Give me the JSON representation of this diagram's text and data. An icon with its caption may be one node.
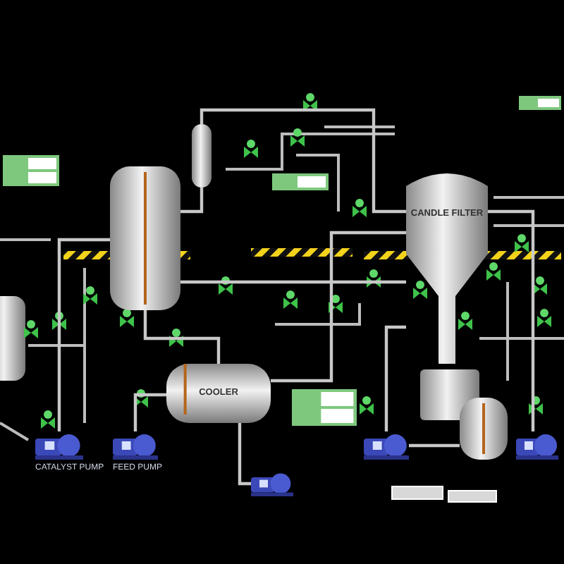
{
  "diagram": {
    "nodes": [
      {
        "text": [],
        "shape": "cylinder"
      },
      {
        "text": [],
        "shape": "cylinder"
      },
      {
        "text": [
          "COOLER"
        ]
      },
      {
        "text": [
          "CANDLE FILTER"
        ]
      },
      {
        "text": [],
        "shape": "pump",
        "beside": [
          "CATALYST PUMP"
        ]
      },
      {
        "text": [],
        "shape": "pump",
        "beside": [
          "FEED PUMP"
        ]
      },
      {
        "text": [],
        "shape": "pump"
      },
      {
        "text": [],
        "shape": "pump"
      },
      {
        "text": [],
        "shape": "box"
      },
      {
        "text": [],
        "shape": "cylinder"
      },
      {
        "text": [],
        "shape": "pump"
      }
    ],
    "edges": [
      {
        "from": 0,
        "to": 1,
        "arrow": "none"
      },
      {
        "from": 1,
        "to": 3,
        "arrow": "none"
      },
      {
        "from": 0,
        "to": 2,
        "arrow": "none"
      },
      {
        "from": 5,
        "to": 2,
        "arrow": "none"
      },
      {
        "from": 4,
        "to": 0,
        "arrow": "none"
      },
      {
        "from": 3,
        "to": 6,
        "arrow": "none"
      },
      {
        "from": 3,
        "to": 7,
        "arrow": "none"
      },
      {
        "from": 2,
        "to": 10,
        "arrow": "none"
      },
      {
        "from": 0,
        "to": 3,
        "arrow": "none"
      },
      {
        "from": 2,
        "to": 3,
        "arrow": "none"
      },
      {
        "from": 6,
        "to": 9,
        "arrow": "none"
      }
    ]
  }
}
